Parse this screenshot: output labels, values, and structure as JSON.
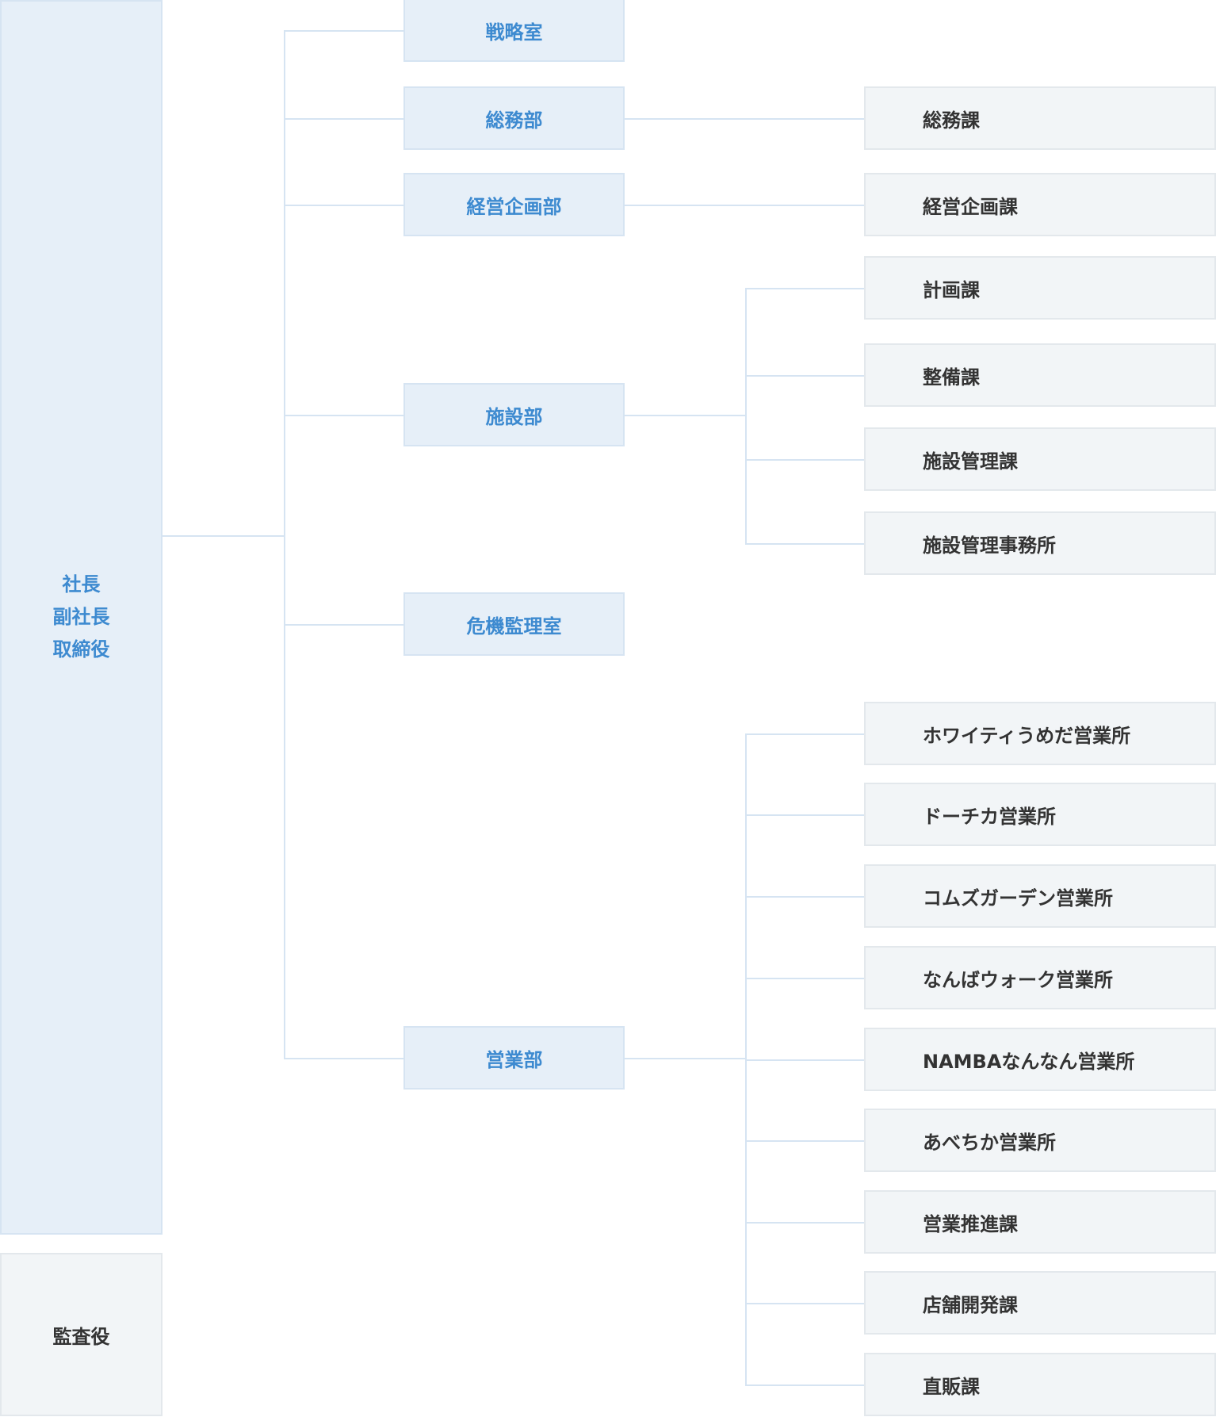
{
  "top_office": {
    "lines": [
      "社長",
      "副社長",
      "取締役"
    ]
  },
  "auditor": {
    "label": "監査役"
  },
  "departments": [
    {
      "id": "senryaku",
      "label": "戦略室",
      "sections": []
    },
    {
      "id": "somu",
      "label": "総務部",
      "sections": [
        "総務課"
      ]
    },
    {
      "id": "keiei",
      "label": "経営企画部",
      "sections": [
        "経営企画課"
      ]
    },
    {
      "id": "shisetsu",
      "label": "施設部",
      "sections": [
        "計画課",
        "整備課",
        "施設管理課",
        "施設管理事務所"
      ]
    },
    {
      "id": "kiki",
      "label": "危機監理室",
      "sections": []
    },
    {
      "id": "eigyo",
      "label": "営業部",
      "sections": [
        "ホワイティうめだ営業所",
        "ドーチカ営業所",
        "コムズガーデン営業所",
        "なんばウォーク営業所",
        "NAMBAなんなん営業所",
        "あべちか営業所",
        "営業推進課",
        "店舗開発課",
        "直販課"
      ]
    }
  ],
  "colors": {
    "top_fill": "#e6eff8",
    "top_text": "#3d8ad0",
    "section_fill": "#f2f5f7",
    "section_text": "#333333",
    "connector": "#d6e4f2"
  }
}
